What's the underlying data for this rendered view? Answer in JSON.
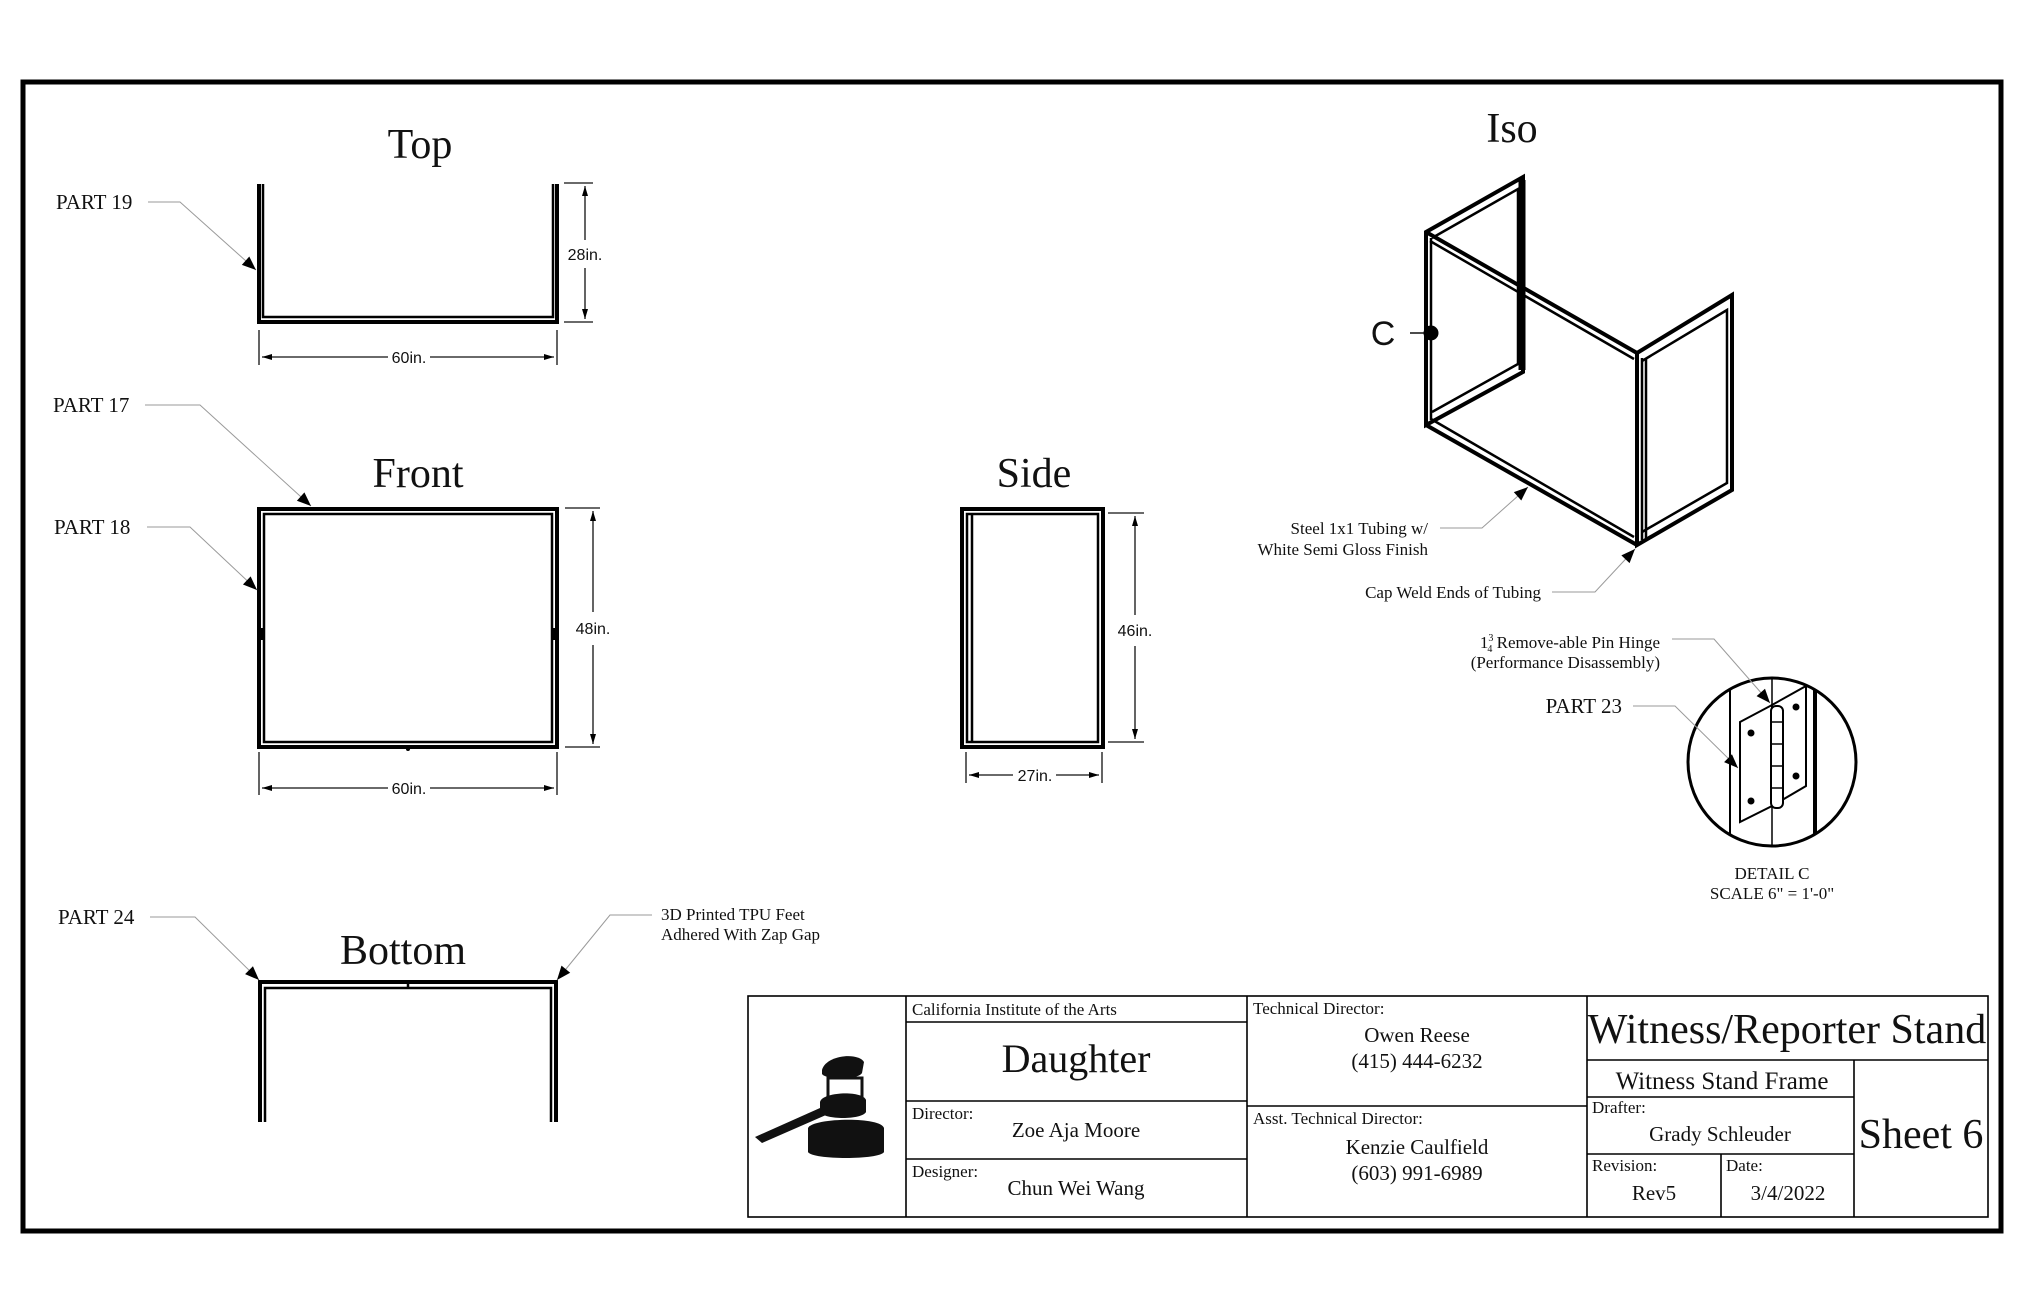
{
  "sheet": {
    "views": {
      "top": "Top",
      "front": "Front",
      "side": "Side",
      "bottom": "Bottom",
      "iso": "Iso"
    },
    "dimensions": {
      "top_width": "60in.",
      "top_depth": "28in.",
      "front_width": "60in.",
      "front_height": "48in.",
      "side_width": "27in.",
      "side_height": "46in."
    },
    "callouts": {
      "part19": "PART 19",
      "part17": "PART 17",
      "part18": "PART 18",
      "part24": "PART 24",
      "part23": "PART 23",
      "feet_line1": "3D Printed TPU Feet",
      "feet_line2": "Adhered With Zap Gap",
      "tubing_line1": "Steel 1x1 Tubing w/",
      "tubing_line2": "White Semi Gloss Finish",
      "cap_weld": "Cap Weld Ends of Tubing",
      "hinge_whole": "1",
      "hinge_num": "3",
      "hinge_den": "4",
      "hinge_line1": " Remove-able Pin Hinge",
      "hinge_line2": "(Performance Disassembly)",
      "detail_marker": "C",
      "detail_title": "DETAIL C",
      "detail_scale": "SCALE 6\" = 1'-0\""
    }
  },
  "title_block": {
    "logo_icon": "gavel-icon",
    "institution": "California Institute of the Arts",
    "production": "Daughter",
    "director_label": "Director:",
    "director": "Zoe Aja Moore",
    "designer_label": "Designer:",
    "designer": "Chun Wei Wang",
    "td_label": "Technical Director:",
    "td_name": "Owen Reese",
    "td_phone": "(415) 444-6232",
    "atd_label": "Asst. Technical Director:",
    "atd_name": "Kenzie Caulfield",
    "atd_phone": "(603) 991-6989",
    "project": "Witness/Reporter Stand",
    "drawing": "Witness Stand Frame",
    "drafter_label": "Drafter:",
    "drafter": "Grady Schleuder",
    "revision_label": "Revision:",
    "revision": "Rev5",
    "date_label": "Date:",
    "date": "3/4/2022",
    "sheet": "Sheet 6"
  }
}
